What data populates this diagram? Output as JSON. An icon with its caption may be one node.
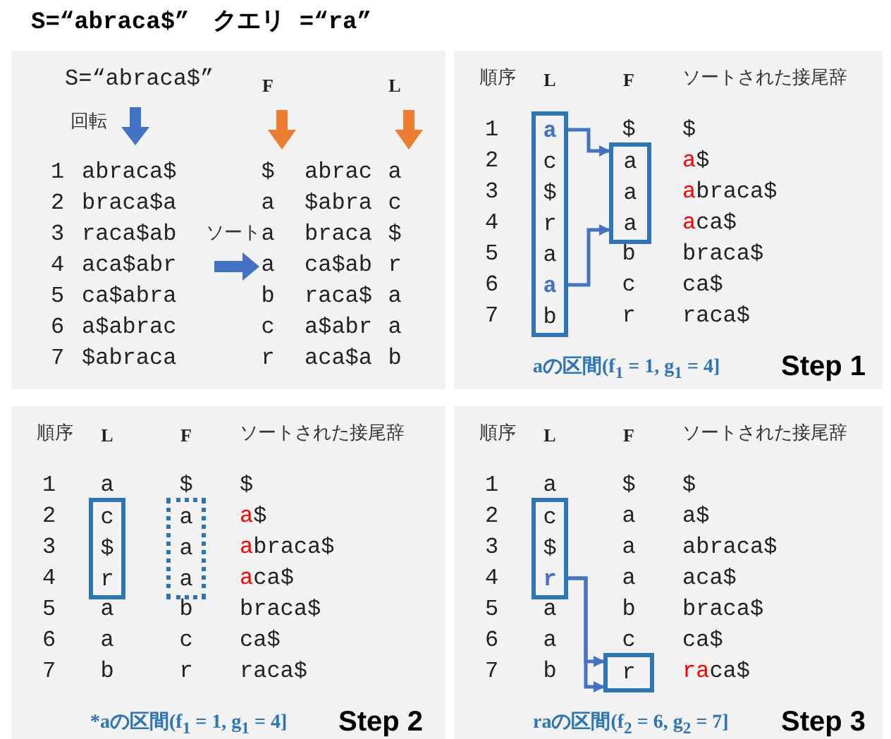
{
  "diagram": {
    "title": "S=“abraca$”　クエリ =“ra”",
    "nodes": [
      {
        "text": [
          "a",
          "c",
          "$",
          "r",
          "a",
          "a",
          "b"
        ]
      },
      {
        "text": [
          "a",
          "a",
          "a"
        ]
      },
      {
        "text": [
          "c",
          "$",
          "r"
        ]
      },
      {
        "text": [
          "a",
          "a",
          "a"
        ]
      },
      {
        "text": [
          "c",
          "$",
          "r"
        ]
      },
      {
        "text": [
          "r"
        ]
      }
    ],
    "edges": [
      {
        "from": 0,
        "to": 1,
        "arrow": "to"
      },
      {
        "from": 0,
        "to": 1,
        "arrow": "to"
      },
      {
        "from": 4,
        "to": 5,
        "arrow": "to"
      },
      {
        "from": 4,
        "to": 5,
        "arrow": "to"
      }
    ],
    "labels": [
      "S=“abraca$”",
      "F",
      "L",
      "回転",
      "1",
      "abraca$",
      "$",
      "abrac",
      "a",
      "2",
      "braca$a",
      "a",
      "$abra",
      "c",
      "3",
      "raca$ab",
      "ソート",
      "a",
      "braca",
      "$",
      "4",
      "aca$abr",
      "a",
      "ca$ab",
      "r",
      "5",
      "ca$abra",
      "b",
      "raca$",
      "a",
      "6",
      "a$abrac",
      "c",
      "a$abr",
      "a",
      "7",
      "$abraca",
      "r",
      "aca$a",
      "b",
      "順序",
      "L",
      "F",
      "ソートされた接尾辞",
      "1",
      "$",
      "$",
      "2",
      "a$",
      "3",
      "abraca$",
      "4",
      "aca$",
      "5",
      "b",
      "braca$",
      "6",
      "c",
      "ca$",
      "7",
      "r",
      "raca$",
      "aの区間(f$_{1}$ = 1, g$_{1}$ = 4]",
      "Step 1",
      "順序",
      "L",
      "F",
      "ソートされた接尾辞",
      "1",
      "a",
      "$",
      "$",
      "2",
      "a$",
      "3",
      "abraca$",
      "4",
      "aca$",
      "5",
      "a",
      "b",
      "braca$",
      "6",
      "a",
      "c",
      "ca$",
      "7",
      "b",
      "r",
      "raca$",
      "*aの区間(f$_{1}$ = 1, g$_{1}$ = 4]",
      "Step 2",
      "順序",
      "L",
      "F",
      "ソートされた接尾辞",
      "1",
      "a",
      "$",
      "$",
      "2",
      "a",
      "a$",
      "3",
      "a",
      "abraca$",
      "4",
      "a",
      "aca$",
      "5",
      "a",
      "b",
      "braca$",
      "6",
      "a",
      "c",
      "ca$",
      "7",
      "b",
      "raca$",
      "raの区間(f$_{2}$ = 6, g$_{2}$ = 7]",
      "Step 3"
    ]
  }
}
